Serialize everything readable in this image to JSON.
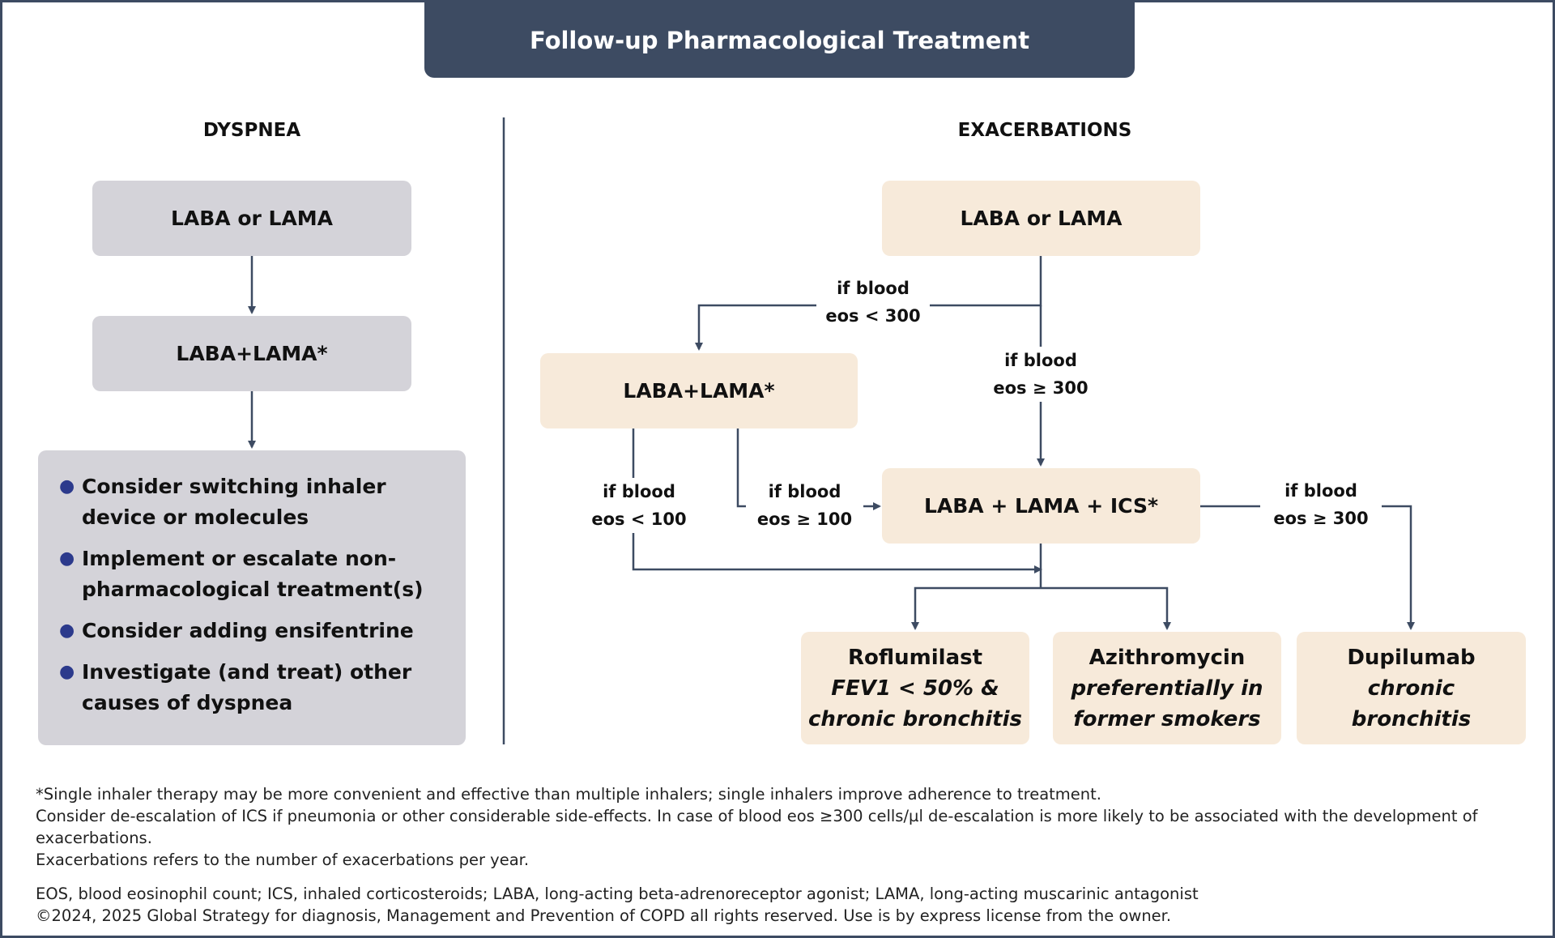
{
  "title": "Follow-up Pharmacological Treatment",
  "dyspnea": {
    "heading": "DYSPNEA",
    "box1": "LABA or LAMA",
    "box2": "LABA+LAMA*",
    "bullets": [
      "Consider switching inhaler device or molecules",
      "Implement or escalate non-pharmacological treatment(s)",
      "Consider adding ensifentrine",
      "Investigate (and treat) other causes of dyspnea"
    ]
  },
  "exacerbations": {
    "heading": "EXACERBATIONS",
    "top_box": "LABA or LAMA",
    "dual_box": "LABA+LAMA*",
    "triple_box": "LABA + LAMA + ICS*",
    "cond_lt300": [
      "if blood",
      "eos < 300"
    ],
    "cond_ge300_top": [
      "if blood",
      "eos ≥ 300"
    ],
    "cond_lt100": [
      "if blood",
      "eos < 100"
    ],
    "cond_ge100": [
      "if blood",
      "eos ≥ 100"
    ],
    "cond_ge300_right": [
      "if blood",
      "eos ≥ 300"
    ],
    "therapies": [
      {
        "name": "Roflumilast",
        "lines": [
          "FEV1 < 50% &",
          "chronic bronchitis"
        ]
      },
      {
        "name": "Azithromycin",
        "lines": [
          "preferentially in",
          "former smokers"
        ]
      },
      {
        "name": "Dupilumab",
        "lines": [
          "chronic",
          "bronchitis"
        ]
      }
    ]
  },
  "footnotes": {
    "line1": "*Single inhaler therapy may be more convenient and effective than multiple inhalers; single inhalers improve adherence to treatment.",
    "line2": "Consider de-escalation of ICS if pneumonia or other considerable side-effects. In case of blood eos ≥300 cells/µl de-escalation is more likely to be associated with the development of exacerbations.",
    "line3": "Exacerbations refers to the number of exacerbations per year.",
    "abbreviations": "EOS, blood eosinophil count; ICS, inhaled corticosteroids; LABA, long-acting beta-adrenoreceptor agonist; LAMA, long-acting muscarinic antagonist",
    "copyright": "©2024, 2025 Global Strategy for diagnosis, Management and Prevention of COPD all rights reserved. Use is by express license from the owner."
  },
  "colors": {
    "header": "#3d4b62",
    "gray_box": "#d4d3d9",
    "beige_box": "#f7eada",
    "bullet": "#2c3a8c"
  }
}
